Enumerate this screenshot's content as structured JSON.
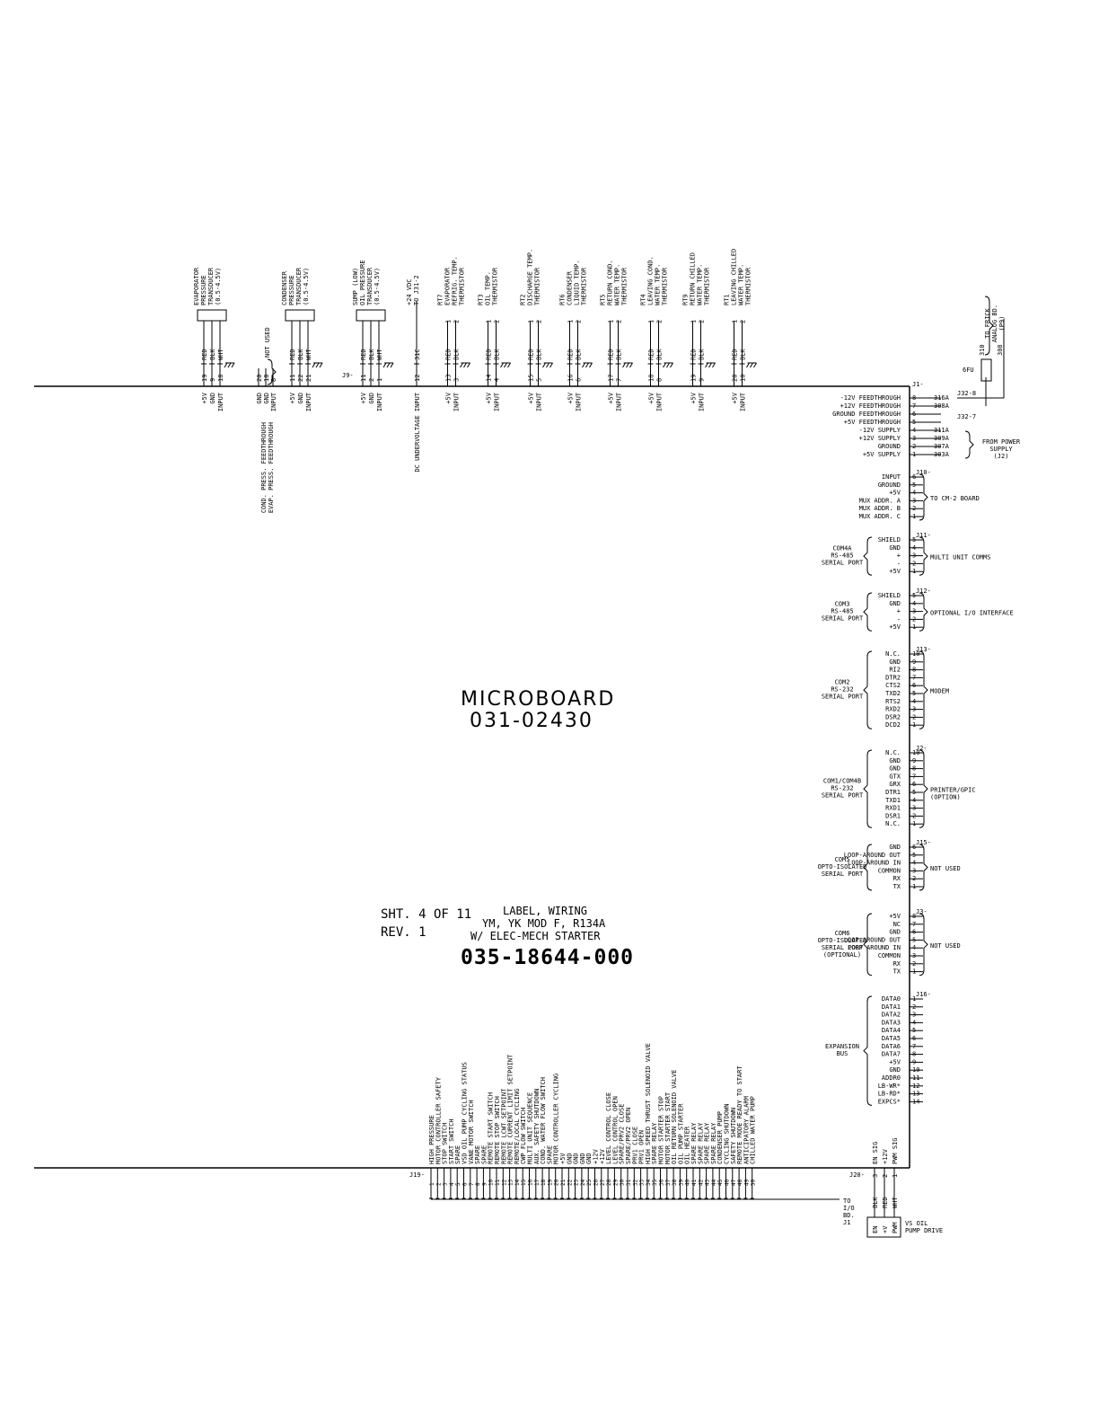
{
  "board": {
    "name": "MICROBOARD",
    "part": "031-02430"
  },
  "sheet": {
    "sheet": "SHT. 4 OF 11",
    "rev": "REV. 1",
    "label_lines": [
      "LABEL, WIRING",
      "YM, YK MOD F, R134A",
      "W/ ELEC-MECH STARTER"
    ],
    "part_number": "035-18644-000"
  },
  "top_notes": {
    "not_used": "NOT USED",
    "j9": "J9-",
    "feedthrough": [
      "COND. PRESS. FEEDTHROUGH",
      "EVAP. PRESS. FEEDTHROUGH"
    ],
    "frick": [
      "TO FRICK",
      "ANALOG BD.",
      "(P9)"
    ],
    "fuse": "6FU",
    "wire_310": "310",
    "wire_308": "308",
    "j32_8": "J32-8",
    "j32_7": "J32-7"
  },
  "sensors": [
    {
      "lines": [
        "EVAPORATOR",
        "PRESSURE",
        "TRANSDUCER",
        "(0.5-4.5V)"
      ],
      "kind": "xdcr",
      "wires": [
        "RED",
        "BLK",
        "WHT"
      ],
      "pins": [
        "19",
        "9",
        "18"
      ],
      "sig": [
        "+5V",
        "GND",
        "INPUT"
      ]
    },
    {
      "lines": [
        "CONDENSER",
        "PRESSURE",
        "TRANSDUCER",
        "(0.5-4.5V)"
      ],
      "kind": "xdcr",
      "wires": [
        "RED",
        "BLK",
        "WHT"
      ],
      "pins": [
        "11",
        "22",
        "21"
      ],
      "sig": [
        "+5V",
        "GND",
        "INPUT"
      ]
    },
    {
      "lines": [
        "SUMP (LOW)",
        "OIL PRESSURE",
        "TRANSDUCER",
        "(0.5-4.5V)"
      ],
      "kind": "xdcr",
      "wires": [
        "RED",
        "BLK",
        "WHT"
      ],
      "pins": [
        "11",
        "2",
        "1"
      ],
      "sig": [
        "+5V",
        "GND",
        "INPUT"
      ]
    },
    {
      "lines": [
        "+24 VDC",
        "TO J31-2"
      ],
      "kind": "line",
      "wires": [
        "31C"
      ],
      "pins": [
        "12"
      ],
      "sig": [
        "DC UNDERVOLTAGE INPUT"
      ]
    },
    {
      "lines": [
        "RT7",
        "EVAPORATOR",
        "REFRIG. TEMP.",
        "THERMISTOR"
      ],
      "kind": "rt",
      "wires": [
        "RED",
        "BLK"
      ],
      "pins": [
        "13",
        "3"
      ],
      "sig": [
        "+5V",
        "INPUT"
      ]
    },
    {
      "lines": [
        "RT3",
        "OIL TEMP.",
        "THERMISTOR"
      ],
      "kind": "rt",
      "wires": [
        "RED",
        "BLK"
      ],
      "pins": [
        "14",
        "4"
      ],
      "sig": [
        "+5V",
        "INPUT"
      ]
    },
    {
      "lines": [
        "RT2",
        "DISCHARGE TEMP.",
        "THERMISTOR"
      ],
      "kind": "rt",
      "wires": [
        "RED",
        "BLK"
      ],
      "pins": [
        "15",
        "5"
      ],
      "sig": [
        "+5V",
        "INPUT"
      ]
    },
    {
      "lines": [
        "RT6",
        "CONDENSER",
        "LIQUID TEMP.",
        "THERMISTOR"
      ],
      "kind": "rt",
      "wires": [
        "RED",
        "BLK"
      ],
      "pins": [
        "16",
        "6"
      ],
      "sig": [
        "+5V",
        "INPUT"
      ]
    },
    {
      "lines": [
        "RT5",
        "RETURN COND.",
        "WATER TEMP.",
        "THERMISTOR"
      ],
      "kind": "rt",
      "wires": [
        "RED",
        "BLK"
      ],
      "pins": [
        "17",
        "7"
      ],
      "sig": [
        "+5V",
        "INPUT"
      ]
    },
    {
      "lines": [
        "RT4",
        "LEAVING COND.",
        "WATER TEMP.",
        "THERMISTOR"
      ],
      "kind": "rt",
      "wires": [
        "RED",
        "BLK"
      ],
      "pins": [
        "18",
        "8"
      ],
      "sig": [
        "+5V",
        "INPUT"
      ]
    },
    {
      "lines": [
        "RT9",
        "RETURN CHILLED",
        "WATER TEMP.",
        "THERMISTOR"
      ],
      "kind": "rt",
      "wires": [
        "RED",
        "BLK"
      ],
      "pins": [
        "19",
        "9"
      ],
      "sig": [
        "+5V",
        "INPUT"
      ]
    },
    {
      "lines": [
        "RT1",
        "LEAVING CHILLED",
        "WATER TEMP.",
        "THERMISTOR"
      ],
      "kind": "rt",
      "wires": [
        "RED",
        "BLK"
      ],
      "pins": [
        "20",
        "10"
      ],
      "sig": [
        "+5V",
        "INPUT"
      ]
    }
  ],
  "notused_pins": [
    "20",
    "10",
    "8"
  ],
  "notused_sig": [
    "GND",
    "GND",
    "INPUT"
  ],
  "j1": {
    "header": "J1-",
    "rows": [
      {
        "label": "-12V FEEDTHROUGH",
        "pin": "8",
        "wire": "316A"
      },
      {
        "label": "+12V FEEDTHROUGH",
        "pin": "7",
        "wire": "308A"
      },
      {
        "label": "GROUND FEEDTHROUGH",
        "pin": "6",
        "wire": ""
      },
      {
        "label": "+5V FEEDTHROUGH",
        "pin": "5",
        "wire": ""
      },
      {
        "label": "-12V SUPPLY",
        "pin": "4",
        "wire": "311A"
      },
      {
        "label": "+12V SUPPLY",
        "pin": "3",
        "wire": "309A"
      },
      {
        "label": "GROUND",
        "pin": "2",
        "wire": "307A"
      },
      {
        "label": "+5V SUPPLY",
        "pin": "1",
        "wire": "303A"
      }
    ],
    "note": [
      "FROM POWER",
      "SUPPLY",
      "(J2)"
    ]
  },
  "connectors": [
    {
      "id": "J10-",
      "group": [],
      "dest": [
        "TO CM-2 BOARD"
      ],
      "pins": [
        [
          "INPUT",
          "6"
        ],
        [
          "GROUND",
          "5"
        ],
        [
          "+5V",
          "4"
        ],
        [
          "MUX ADDR. A",
          "3"
        ],
        [
          "MUX ADDR. B",
          "2"
        ],
        [
          "MUX ADDR. C",
          "1"
        ]
      ]
    },
    {
      "id": "J11-",
      "group": [
        "COM4A",
        "RS-485",
        "SERIAL PORT"
      ],
      "dest": [
        "MULTI UNIT COMMS"
      ],
      "pins": [
        [
          "SHIELD",
          "5"
        ],
        [
          "GND",
          "4"
        ],
        [
          "+",
          "3"
        ],
        [
          "-",
          "2"
        ],
        [
          "+5V",
          "1"
        ]
      ]
    },
    {
      "id": "J12-",
      "group": [
        "COM3",
        "RS-485",
        "SERIAL PORT"
      ],
      "dest": [
        "OPTIONAL I/O INTERFACE"
      ],
      "pins": [
        [
          "SHIELD",
          "5"
        ],
        [
          "GND",
          "4"
        ],
        [
          "+",
          "3"
        ],
        [
          "-",
          "2"
        ],
        [
          "+5V",
          "1"
        ]
      ]
    },
    {
      "id": "J13-",
      "group": [
        "COM2",
        "RS-232",
        "SERIAL PORT"
      ],
      "dest": [
        "MODEM"
      ],
      "pins": [
        [
          "N.C.",
          "10"
        ],
        [
          "GND",
          "9"
        ],
        [
          "RI2",
          "8"
        ],
        [
          "DTR2",
          "7"
        ],
        [
          "CTS2",
          "6"
        ],
        [
          "TXD2",
          "5"
        ],
        [
          "RTS2",
          "4"
        ],
        [
          "RXD2",
          "3"
        ],
        [
          "DSR2",
          "2"
        ],
        [
          "DCD2",
          "1"
        ]
      ]
    },
    {
      "id": "J2-",
      "group": [
        "COM1/COM4B",
        "RS-232",
        "SERIAL PORT"
      ],
      "dest": [
        "PRINTER/GPIC",
        "(OPTION)"
      ],
      "pins": [
        [
          "N.C.",
          "10"
        ],
        [
          "GND",
          "9"
        ],
        [
          "GND",
          "8"
        ],
        [
          "GTX",
          "7"
        ],
        [
          "GRX",
          "6"
        ],
        [
          "DTR1",
          "5"
        ],
        [
          "TXD1",
          "4"
        ],
        [
          "RXD1",
          "3"
        ],
        [
          "DSR1",
          "2"
        ],
        [
          "N.C.",
          "1"
        ]
      ]
    },
    {
      "id": "J15-",
      "group": [
        "COM5",
        "OPTO-ISOLATED",
        "SERIAL PORT"
      ],
      "dest": [
        "NOT USED"
      ],
      "pins": [
        [
          "GND",
          "6"
        ],
        [
          "LOOP-AROUND OUT",
          "5"
        ],
        [
          "LOOP-AROUND IN",
          "4"
        ],
        [
          "COMMON",
          "3"
        ],
        [
          "RX",
          "2"
        ],
        [
          "TX",
          "1"
        ]
      ]
    },
    {
      "id": "J3-",
      "group": [
        "COM6",
        "OPTO-ISOLATED",
        "SERIAL PORT",
        "(OPTIONAL)"
      ],
      "dest": [
        "NOT USED"
      ],
      "pins": [
        [
          "+5V",
          "8"
        ],
        [
          "NC",
          "7"
        ],
        [
          "GND",
          "6"
        ],
        [
          "LOOP AROUND OUT",
          "5"
        ],
        [
          "LOOP AROUND IN",
          "4"
        ],
        [
          "COMMON",
          "3"
        ],
        [
          "RX",
          "2"
        ],
        [
          "TX",
          "1"
        ]
      ]
    },
    {
      "id": "J16-",
      "group": [
        "EXPANSION",
        "BUS"
      ],
      "dest": [],
      "pins": [
        [
          "DATA0",
          "1"
        ],
        [
          "DATA1",
          "2"
        ],
        [
          "DATA2",
          "3"
        ],
        [
          "DATA3",
          "4"
        ],
        [
          "DATA4",
          "5"
        ],
        [
          "DATA5",
          "6"
        ],
        [
          "DATA6",
          "7"
        ],
        [
          "DATA7",
          "8"
        ],
        [
          "+5V",
          "9"
        ],
        [
          "GND",
          "10"
        ],
        [
          "ADDR0",
          "11"
        ],
        [
          "LB-WR*",
          "12"
        ],
        [
          "LB-RD*",
          "13"
        ],
        [
          "EXPCS*",
          "14"
        ]
      ]
    }
  ],
  "j19": {
    "header": "J19-",
    "signals": [
      "HIGH PRESSURE",
      "MOTOR CONTROLLER SAFETY",
      "STOP SWITCH",
      "START SWITCH",
      "SPARE",
      "VSD OIL PUMP CYCLING STATUS",
      "VANE MOTOR SWITCH",
      "SPARE",
      "SPARE",
      "REMOTE START SWITCH",
      "REMOTE STOP SWITCH",
      "REMOTE LCWT SETPOINT",
      "REMOTE CURRENT LIMIT SETPOINT",
      "REMOTE/LOCAL CYCLING",
      "CWP FLOW SWITCH",
      "MULTI UNIT SEQUENCE",
      "AUX. SAFETY SHUTDOWN",
      "COND. WATER FLOW SWITCH",
      "SPARE",
      "MOTOR CONTROLLER CYCLING",
      "+5V",
      "GND",
      "GND",
      "GND",
      "GND",
      "+12V",
      "+12V",
      "LEVEL CONTROL CLOSE",
      "LEVEL CONTROL OPEN",
      "SPARE/PRV2 CLOSE",
      "SPARE/PRV2 OPEN",
      "PRV1 CLOSE",
      "PRV1 OPEN",
      "HIGH SPEED THRUST SOLENOID VALVE",
      "SPARE RELAY",
      "MOTOR STARTER STOP",
      "MOTOR STARTER START",
      "OIL RETURN SOLENOID VALVE",
      "OIL PUMP STARTER",
      "OIL HEATER",
      "SPARE RELAY",
      "SPARE RELAY",
      "SPARE RELAY",
      "SPARE RELAY",
      "CONDENSER PUMP",
      "CYCLING SHUTDOWN",
      "SAFETY SHUTDOWN",
      "REMOTE MODE READY TO START",
      "ANTICIPATORY ALARM",
      "CHILLED WATER PUMP"
    ]
  },
  "j20": {
    "header": "J20-",
    "signals": [
      "EN SIG",
      "+12V",
      "PWM SIG"
    ],
    "pins": [
      "3",
      "2",
      "1"
    ],
    "wires": [
      "BLK",
      "RED",
      "WHT"
    ],
    "block": [
      "EN",
      "+V",
      "PWM"
    ],
    "to": [
      "TO",
      "I/O",
      "BD.",
      "J1"
    ],
    "drive": [
      "VS OIL",
      "PUMP DRIVE"
    ]
  }
}
